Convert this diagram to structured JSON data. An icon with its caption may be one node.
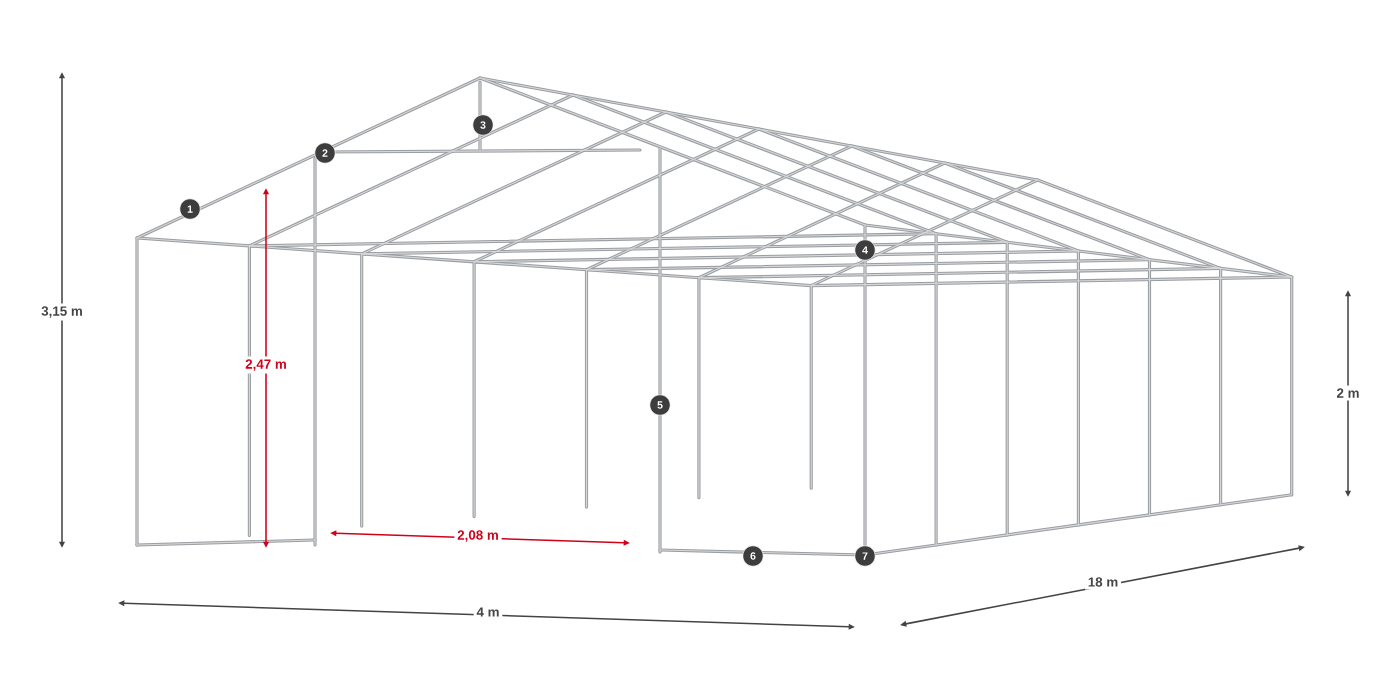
{
  "diagram": {
    "labels": [
      "3,15 m",
      "1",
      "2",
      "3",
      "2,47 m",
      "4",
      "5",
      "2 m",
      "2,08 m",
      "6",
      "7",
      "18 m",
      "4 m"
    ]
  }
}
